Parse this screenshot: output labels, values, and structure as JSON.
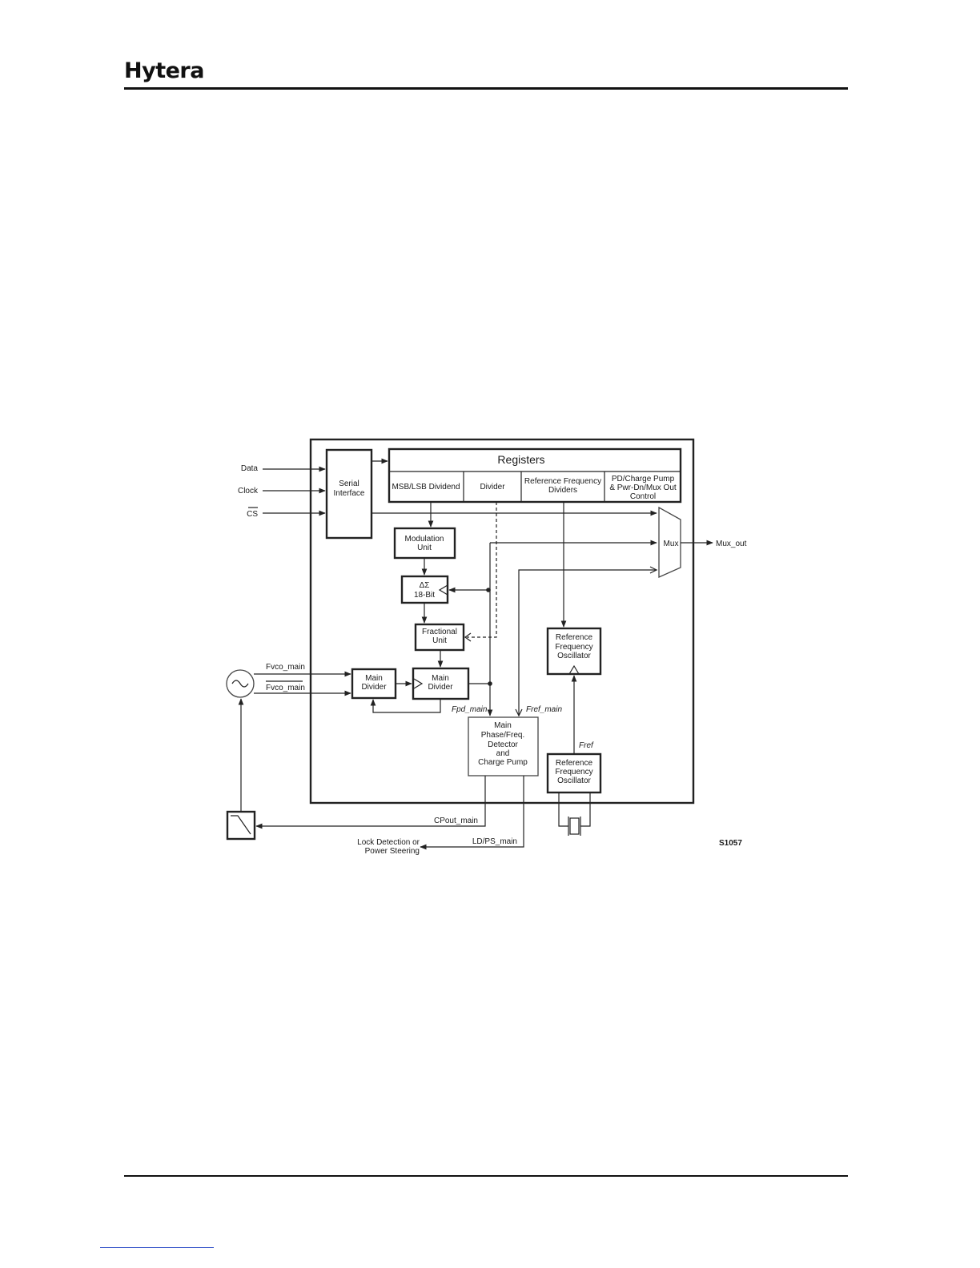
{
  "header": {
    "brand": "Hytera"
  },
  "diagram": {
    "registers_title": "Registers",
    "registers_fields": [
      "MSB/LSB Dividend",
      "Divider",
      "Reference Frequency",
      "Dividers",
      "PD/Charge Pump",
      "& Pwr-Dn/Mux Out",
      "Control"
    ],
    "serial_interface": [
      "Serial",
      "Interface"
    ],
    "inputs": {
      "data": "Data",
      "clock": "Clock",
      "cs": "CS"
    },
    "modulation_unit": [
      "Modulation",
      "Unit"
    ],
    "delta_sigma": [
      "ΔΣ",
      "18-Bit"
    ],
    "fractional_unit": [
      "Fractional",
      "Unit"
    ],
    "main_divider_1": [
      "Main",
      "Divider"
    ],
    "main_divider_2": [
      "Main",
      "Divider"
    ],
    "phase_detector": [
      "Main",
      "Phase/Freq.",
      "Detector",
      "and",
      "Charge Pump"
    ],
    "ref_osc_upper": [
      "Reference",
      "Frequency",
      "Oscillator"
    ],
    "ref_osc_lower": [
      "Reference",
      "Frequency",
      "Oscillator"
    ],
    "mux": "Mux",
    "mux_out": "Mux_out",
    "signals": {
      "fvco_main": "Fvco_main",
      "fvco_main_bar": "Fvco_main",
      "fpd_main": "Fpd_main",
      "fref_main": "Fref_main",
      "fref": "Fref",
      "cpout_main": "CPout_main",
      "ld_ps_main": "LD/PS_main"
    },
    "lock_detection": [
      "Lock Detection or",
      "Power Steering"
    ],
    "figure_code": "S1057"
  }
}
